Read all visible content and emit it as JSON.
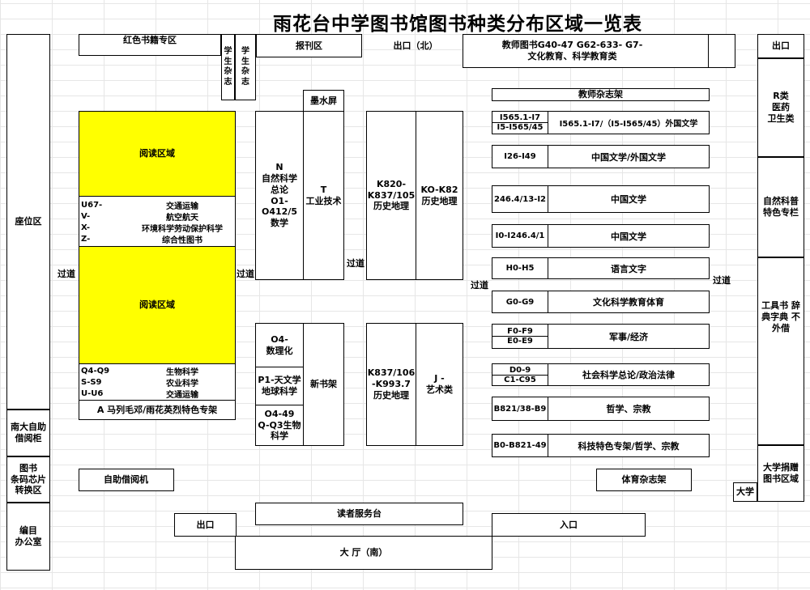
{
  "title": "雨花台中学图书馆图书种类分布区域一览表",
  "left_column": {
    "seating": "座位区",
    "self_return": "南大自助\n借阅柜",
    "rfid": "图书\n条码芯片\n转换区",
    "office": "编目\n办公室"
  },
  "right_column": {
    "exit": "出口",
    "medical": "R类\n医药\n卫生类",
    "science_special": "自然科普\n特色专栏",
    "reference": "工具书 辞\n典字典 不\n外借",
    "donation": "大学捐赠\n图书区域",
    "university": "大学"
  },
  "top": {
    "red_books": "红色书籍专区",
    "student_mag_1": "学\n生\n杂\n志",
    "student_mag_2": "学\n生\n杂\n志",
    "newspapers": "报刊区",
    "north_exit": "出口（北）",
    "teacher_books": "教师图书G40-47 G62-633- G7-\n文化教育、科学教育类"
  },
  "aisle": "过道",
  "left_block": {
    "reading_1": "阅读区域",
    "reading_2": "阅读区域",
    "rows_1": [
      {
        "code": "U67-",
        "label": "交通运输"
      },
      {
        "code": "V-",
        "label": "航空航天"
      },
      {
        "code": "X-",
        "label": "环境科学劳动保护科学"
      },
      {
        "code": "Z-",
        "label": "综合性图书"
      }
    ],
    "rows_2": [
      {
        "code": "Q4-Q9",
        "label": "生物科学"
      },
      {
        "code": "S-S9",
        "label": "农业科学"
      },
      {
        "code": "U-U6",
        "label": "交通运输"
      }
    ],
    "marxism": "A 马列毛邓/雨花英烈特色专架",
    "self_service": "自助借阅机"
  },
  "middle": {
    "ink_screen": "墨水屏",
    "natural_science": "N\n自然科学\n总论\nO1-\nO412/5\n数学",
    "industrial": "T\n工业技术",
    "physics_chem": "O4-\n数理化",
    "astro": "P1-天文学\n地球科学",
    "biology": "O4-49\nQ-Q3生物\n科学",
    "new_books": "新书架",
    "history_1": "K820-\nK837/105\n历史地理",
    "history_2": "KO-K82\n历史地理",
    "history_3": "K837/106\n-K993.7\n历史地理",
    "art": "J -\n艺术类"
  },
  "right_block": {
    "teacher_magazines": "教师杂志架",
    "foreign_lit": {
      "codes": [
        "I565.1-I7",
        "I5-I565/45"
      ],
      "label": "I565.1-I7/（I5-I565/45）外国文学"
    },
    "chinese_foreign": {
      "code": "I26-I49",
      "label": "中国文学/外国文学"
    },
    "chinese_lit_1": {
      "code": "246.4/13-I2",
      "label": "中国文学"
    },
    "chinese_lit_2": {
      "code": "I0-I246.4/1",
      "label": "中国文学"
    },
    "language": {
      "code": "H0-H5",
      "label": "语言文字"
    },
    "culture": {
      "code": "G0-G9",
      "label": "文化科学教育体育"
    },
    "military": {
      "codes": [
        "F0-F9",
        "E0-E9"
      ],
      "label": "军事/经济"
    },
    "social": {
      "codes": [
        "D0-9",
        "C1-C95"
      ],
      "label": "社会科学总论/政治法律"
    },
    "philosophy": {
      "code": "B821/38-B9",
      "label": "哲学、宗教"
    },
    "tech_special": {
      "code": "B0-B821-49",
      "label": "科技特色专架/哲学、宗教"
    },
    "sports_mag": "体育杂志架"
  },
  "bottom": {
    "service_desk": "读者服务台",
    "exit": "出口",
    "entrance": "入口",
    "hall": "大  厅（南）"
  }
}
